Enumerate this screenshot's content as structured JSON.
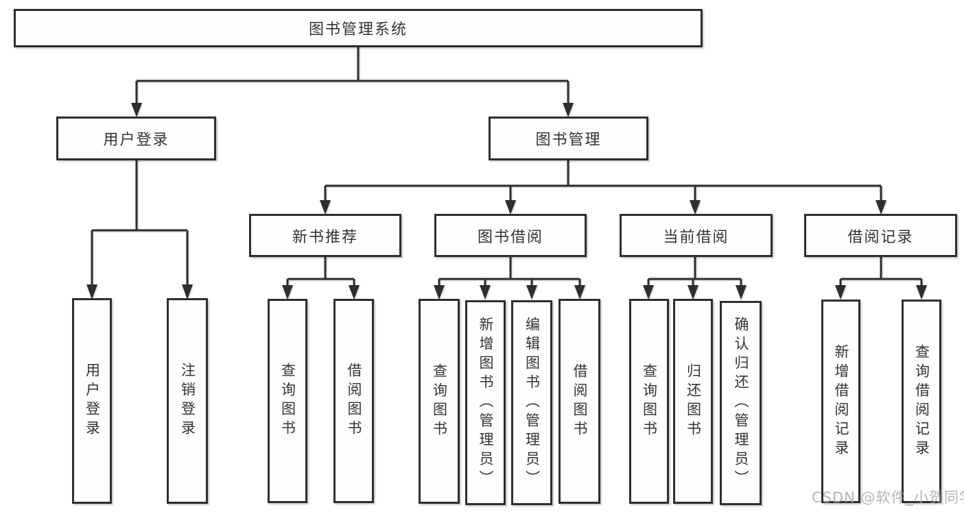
{
  "diagram": {
    "type": "functional-decomposition-tree",
    "colors": {
      "line": "#2e2e2e",
      "text": "#333333",
      "background": "#ffffff",
      "watermark": "#a6a6a6"
    },
    "watermark": {
      "text": "CSDN @软件_小贺同学"
    },
    "nodes": {
      "root": {
        "label": "图书管理系统"
      },
      "user_login": {
        "label": "用户登录"
      },
      "book_mgmt": {
        "label": "图书管理"
      },
      "new_book_rec": {
        "label": "新书推荐"
      },
      "book_borrow": {
        "label": "图书借阅"
      },
      "current_borrow": {
        "label": "当前借阅"
      },
      "borrow_records": {
        "label": "借阅记录"
      },
      "ul_user_login": {
        "label": "用户登录"
      },
      "ul_logout": {
        "label": "注销登录"
      },
      "nbr_query_book": {
        "label": "查询图书"
      },
      "nbr_borrow_book": {
        "label": "借阅图书"
      },
      "bb_query_book": {
        "label": "查询图书"
      },
      "bb_add_book": {
        "label": "新增图书（管理员）"
      },
      "bb_edit_book": {
        "label": "编辑图书（管理员）"
      },
      "bb_borrow_book": {
        "label": "借阅图书"
      },
      "cb_query_book": {
        "label": "查询图书"
      },
      "cb_return_book": {
        "label": "归还图书"
      },
      "cb_confirm_return": {
        "label": "确认归还（管理员）"
      },
      "br_add_record": {
        "label": "新增借阅记录"
      },
      "br_query_record": {
        "label": "查询借阅记录"
      }
    },
    "hierarchy": {
      "图书管理系统": {
        "用户登录": [
          "用户登录",
          "注销登录"
        ],
        "图书管理": {
          "新书推荐": [
            "查询图书",
            "借阅图书"
          ],
          "图书借阅": [
            "查询图书",
            "新增图书（管理员）",
            "编辑图书（管理员）",
            "借阅图书"
          ],
          "当前借阅": [
            "查询图书",
            "归还图书",
            "确认归还（管理员）"
          ],
          "借阅记录": [
            "新增借阅记录",
            "查询借阅记录"
          ]
        }
      }
    }
  }
}
